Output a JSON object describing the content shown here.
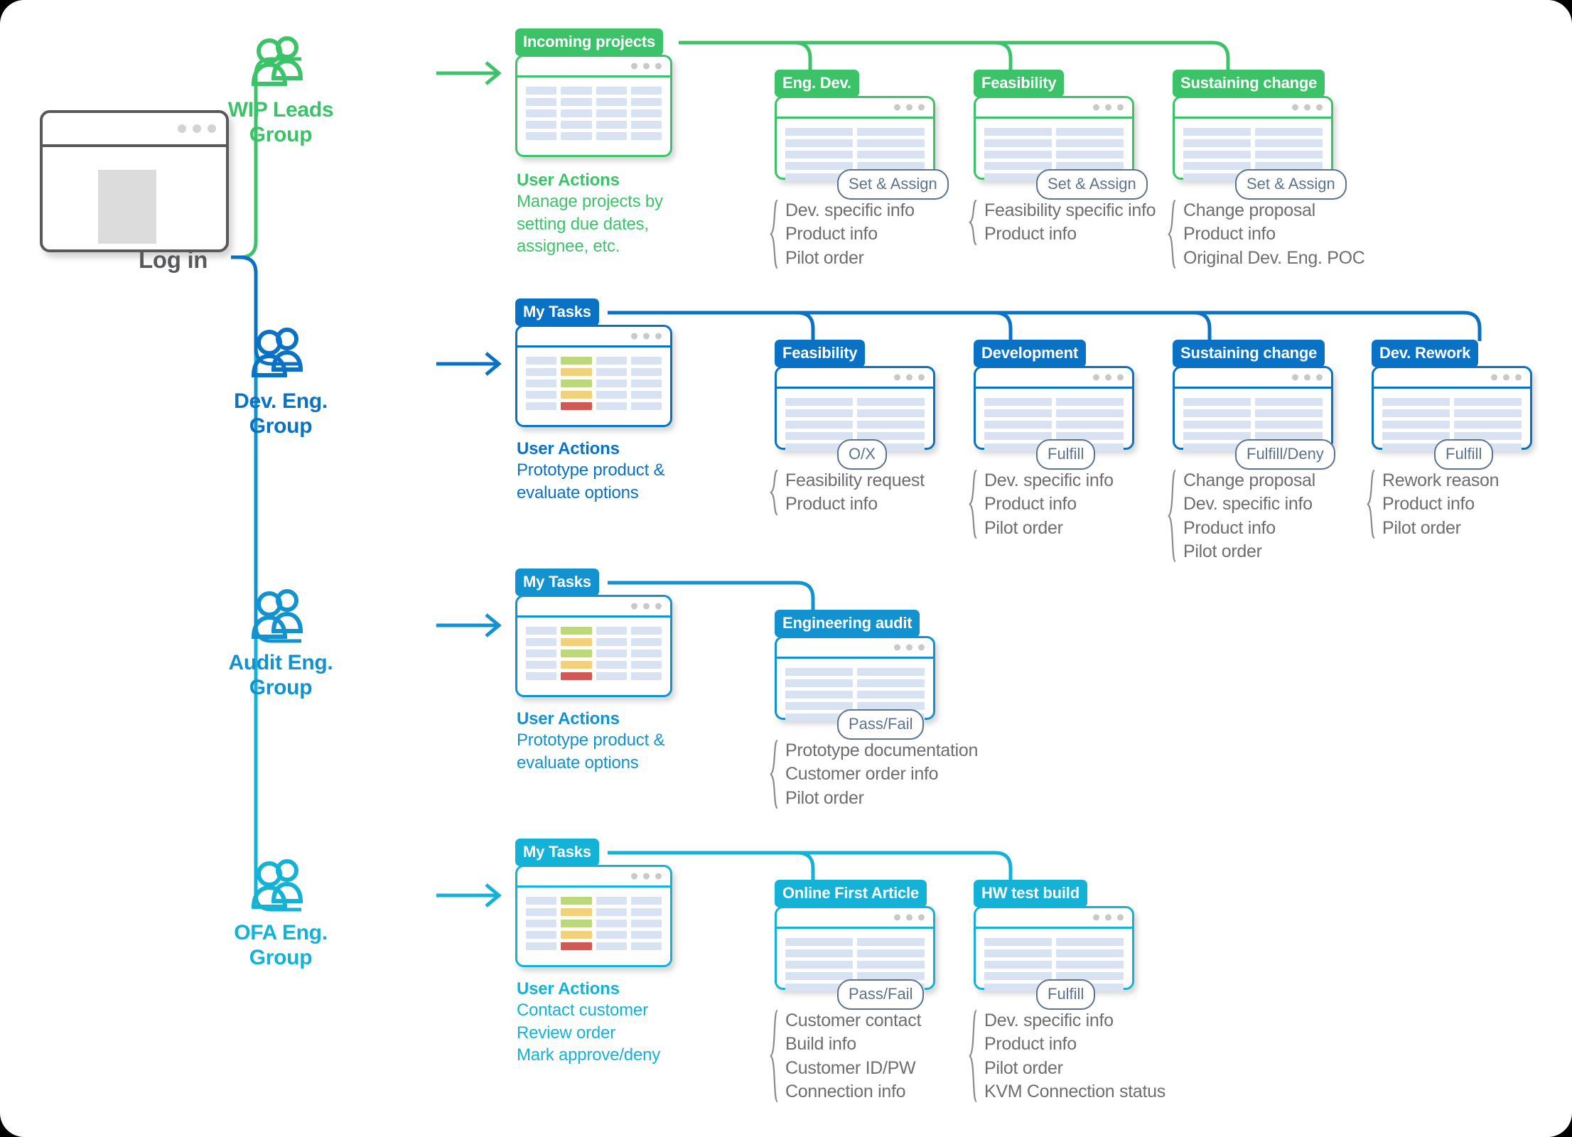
{
  "colors": {
    "green": "#3cc36a",
    "blue": "#0a72c4",
    "cyan_dark": "#1292ce",
    "cyan": "#13b2d6",
    "grey_text": "#6d6e71",
    "login_grey": "#58595b",
    "pill_border": "#5b7390",
    "cell": "#d9e2f1",
    "status_green": "#bcd87a",
    "status_yellow": "#f3d17a",
    "status_red": "#cf5a55"
  },
  "login": {
    "label": "Log in",
    "window_name": "login-window",
    "dots": 3
  },
  "rows": [
    {
      "group": {
        "label_line1": "WIP Leads",
        "label_line2": "Group",
        "color_key": "green"
      },
      "primary_card": {
        "tag": "Incoming projects",
        "table_cols": 4,
        "table_rows": 5,
        "status_col": -1
      },
      "user_actions": {
        "title": "User Actions",
        "lines": [
          "Manage projects by",
          "setting due dates,",
          "assignee, etc."
        ]
      },
      "cards": [
        {
          "tag": "Eng. Dev.",
          "pill": "Set & Assign",
          "bullets": [
            "Dev. specific info",
            "Product info",
            "Pilot order"
          ]
        },
        {
          "tag": "Feasibility",
          "pill": "Set & Assign",
          "bullets": [
            "Feasibility specific info",
            "Product info"
          ]
        },
        {
          "tag": "Sustaining change",
          "pill": "Set & Assign",
          "bullets": [
            "Change proposal",
            "Product info",
            "Original Dev. Eng. POC"
          ]
        }
      ]
    },
    {
      "group": {
        "label_line1": "Dev. Eng.",
        "label_line2": "Group",
        "color_key": "blue"
      },
      "primary_card": {
        "tag": "My Tasks",
        "table_cols": 4,
        "table_rows": 5,
        "status_col": 1
      },
      "user_actions": {
        "title": "User Actions",
        "lines": [
          "Prototype product &",
          "evaluate options"
        ]
      },
      "cards": [
        {
          "tag": "Feasibility",
          "pill": "O/X",
          "bullets": [
            "Feasibility request",
            "Product info"
          ]
        },
        {
          "tag": "Development",
          "pill": "Fulfill",
          "bullets": [
            "Dev. specific info",
            "Product info",
            "Pilot order"
          ]
        },
        {
          "tag": "Sustaining change",
          "pill": "Fulfill/Deny",
          "bullets": [
            "Change proposal",
            "Dev. specific info",
            "Product info",
            "Pilot order"
          ]
        },
        {
          "tag": "Dev. Rework",
          "pill": "Fulfill",
          "bullets": [
            "Rework reason",
            "Product info",
            "Pilot order"
          ]
        }
      ]
    },
    {
      "group": {
        "label_line1": "Audit Eng.",
        "label_line2": "Group",
        "color_key": "cyan_dark"
      },
      "primary_card": {
        "tag": "My Tasks",
        "table_cols": 4,
        "table_rows": 5,
        "status_col": 1
      },
      "user_actions": {
        "title": "User Actions",
        "lines": [
          "Prototype product &",
          "evaluate options"
        ]
      },
      "cards": [
        {
          "tag": "Engineering audit",
          "pill": "Pass/Fail",
          "bullets": [
            "Prototype documentation",
            "Customer order info",
            "Pilot order"
          ]
        }
      ]
    },
    {
      "group": {
        "label_line1": "OFA Eng.",
        "label_line2": "Group",
        "color_key": "cyan"
      },
      "primary_card": {
        "tag": "My Tasks",
        "table_cols": 4,
        "table_rows": 5,
        "status_col": 1
      },
      "user_actions": {
        "title": "User Actions",
        "lines": [
          "Contact customer",
          "Review order",
          "Mark approve/deny"
        ]
      },
      "cards": [
        {
          "tag": "Online First Article",
          "pill": "Pass/Fail",
          "bullets": [
            "Customer contact",
            "Build info",
            "Customer ID/PW",
            "Connection info"
          ]
        },
        {
          "tag": "HW test build",
          "pill": "Fulfill",
          "bullets": [
            "Dev. specific info",
            "Product info",
            "Pilot order",
            "KVM Connection status"
          ]
        }
      ]
    }
  ]
}
